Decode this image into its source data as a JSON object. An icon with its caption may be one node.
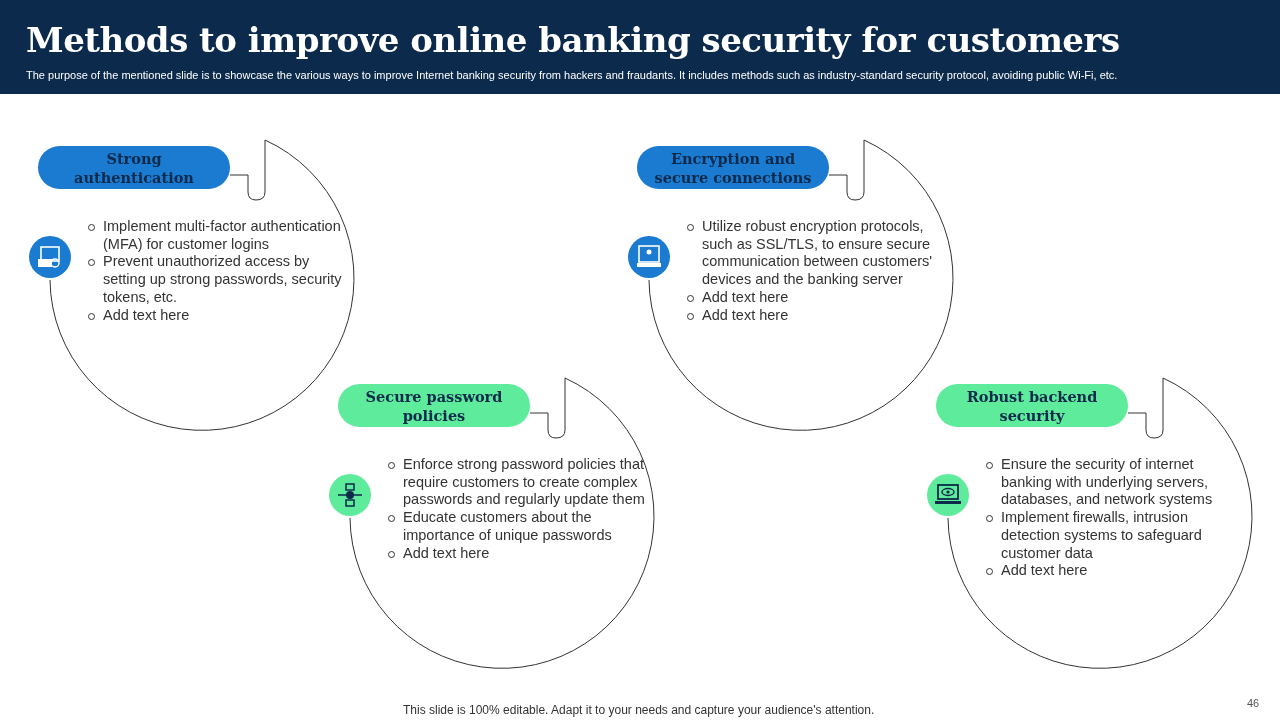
{
  "diagram": {
    "title": "Methods to improve online banking security for customers",
    "caption": "The purpose of the mentioned slide is to showcase the various ways to improve Internet banking security from hackers and fraudants. It includes methods such as industry-standard security protocol, avoiding public Wi-Fi, etc.",
    "nodes": [
      {
        "text": [
          "Strong authentication",
          "Implement multi-factor authentication (MFA) for customer logins",
          "Prevent unauthorized access by setting up strong passwords, security tokens, etc.",
          "Add text here"
        ]
      },
      {
        "text": [
          "Encryption and secure connections",
          "Utilize robust encryption protocols, such as SSL/TLS, to ensure secure communication between customers' devices and the banking server",
          "Add text here",
          "Add text here"
        ]
      },
      {
        "text": [
          "Secure password policies",
          "Enforce strong password policies that require customers to create complex passwords and regularly update them",
          "Educate customers about the importance of unique passwords",
          "Add text here"
        ]
      },
      {
        "text": [
          "Robust backend security",
          "Ensure the security of internet banking with underlying servers, databases, and network systems",
          "Implement firewalls, intrusion detection systems to safeguard customer data",
          "Add text here"
        ]
      }
    ],
    "labels": [
      "This slide is 100% editable. Adapt it to your needs and capture your audience's attention.",
      "46"
    ]
  }
}
